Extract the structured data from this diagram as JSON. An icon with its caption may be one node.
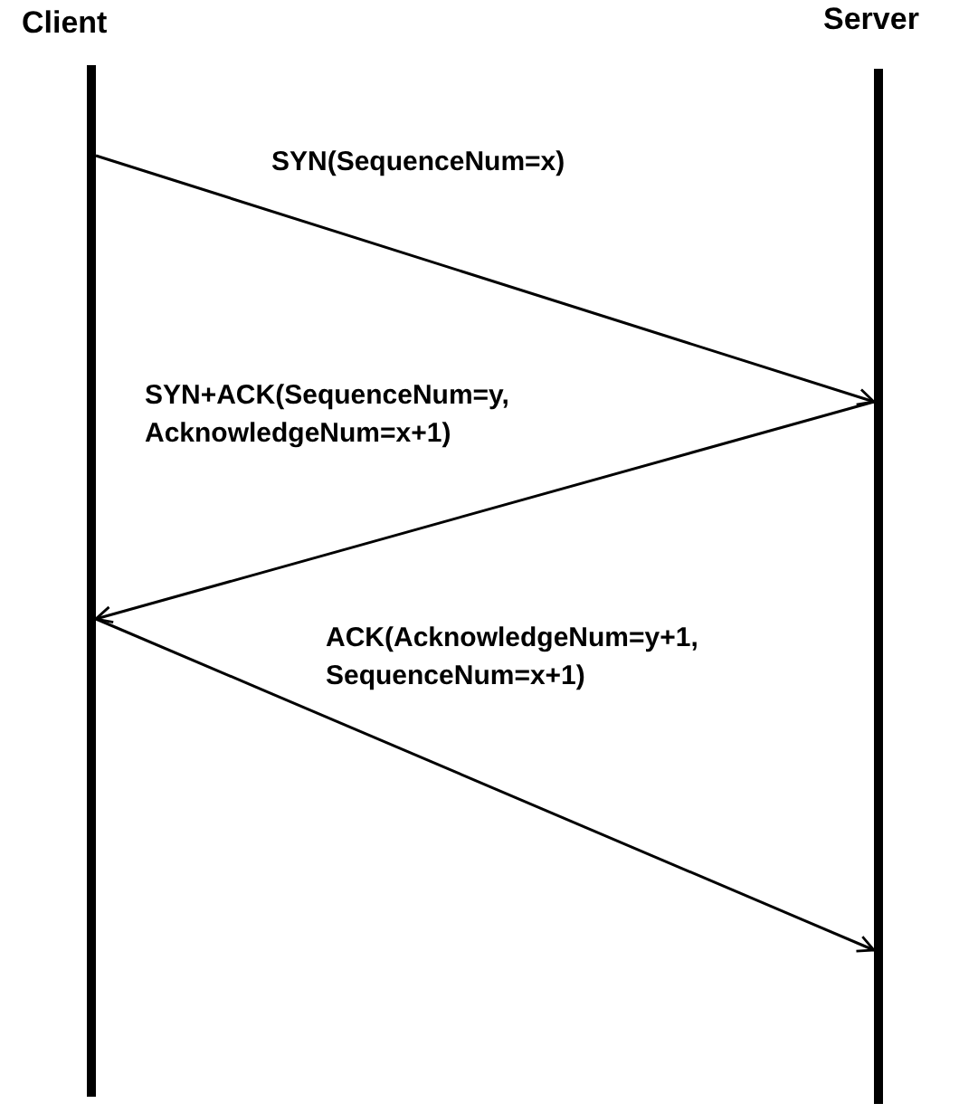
{
  "diagram": {
    "nodes": [
      {
        "text": [
          "Client"
        ]
      },
      {
        "text": [
          "Server"
        ]
      }
    ],
    "edges": [
      {
        "from": 0,
        "to": 1,
        "arrow": "to",
        "label": "SYN(SequenceNum=x)"
      },
      {
        "from": 1,
        "to": 0,
        "arrow": "to",
        "label": "SYN+ACK(SequenceNum=y, AcknowledgeNum=x+1)"
      },
      {
        "from": 0,
        "to": 1,
        "arrow": "to",
        "label": "ACK(AcknowledgeNum=y+1, SequenceNum=x+1)"
      }
    ]
  }
}
